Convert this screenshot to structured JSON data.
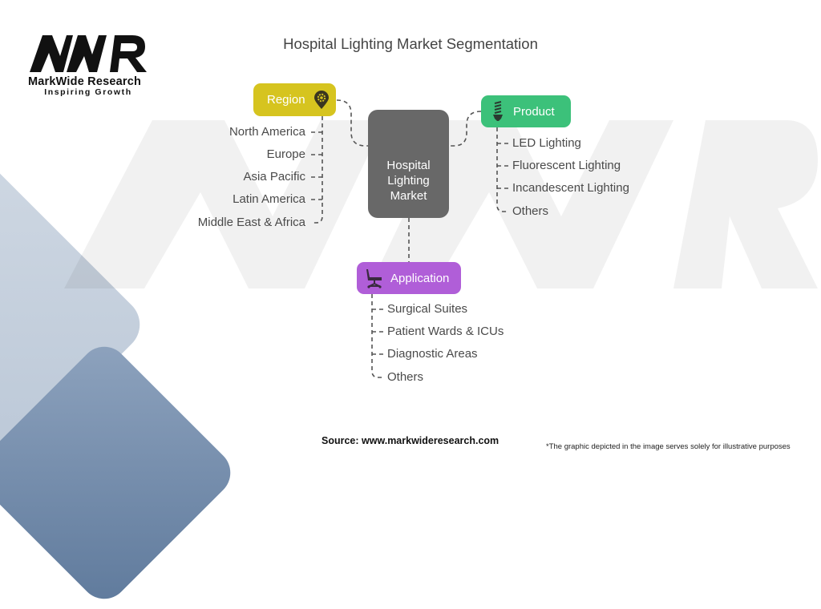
{
  "logo": {
    "mark": "MWR",
    "name": "MarkWide Research",
    "tagline": "Inspiring Growth"
  },
  "title": "Hospital Lighting Market Segmentation",
  "center": {
    "label": "Hospital Lighting Market",
    "lines": [
      "Hospital",
      "Lighting",
      "Market"
    ],
    "color": "#686868"
  },
  "segments": {
    "region": {
      "label": "Region",
      "icon": "location-gear-icon",
      "color": "#d6c41f",
      "items": [
        "North America",
        "Europe",
        "Asia Pacific",
        "Latin America",
        "Middle East & Africa"
      ]
    },
    "product": {
      "label": "Product",
      "icon": "light-bulb-icon",
      "color": "#3cc17a",
      "items": [
        "LED Lighting",
        "Fluorescent Lighting",
        "Incandescent Lighting",
        "Others"
      ]
    },
    "application": {
      "label": "Application",
      "icon": "hospital-chair-icon",
      "color": "#b05ed8",
      "items": [
        "Surgical Suites",
        "Patient Wards & ICUs",
        "Diagnostic Areas",
        "Others"
      ]
    }
  },
  "footer": {
    "source": "Source: www.markwideresearch.com",
    "disclaimer": "*The graphic depicted in the image serves solely for illustrative purposes"
  }
}
